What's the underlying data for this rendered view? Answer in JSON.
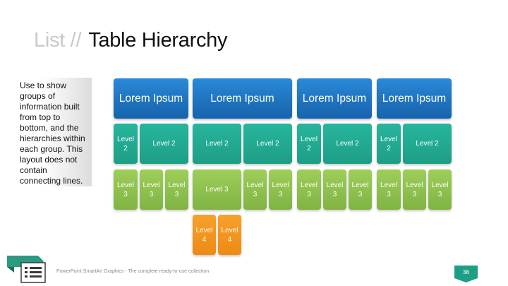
{
  "title": {
    "prefix": "List //",
    "main": "Table Hierarchy"
  },
  "description": "Use to show groups of information built from top to bottom, and the hierarchies within each group. This layout does not contain connecting lines.",
  "groups": [
    {
      "name": "Lorem Ipsum",
      "level2": [
        "Level 2",
        "Level 2"
      ],
      "level3": [
        "Level 3",
        "Level 3",
        "Level 3"
      ]
    },
    {
      "name": "Lorem Ipsum",
      "level2": [
        "Level 2",
        "Level 2"
      ],
      "level3": [
        "Level 3",
        "Level 3",
        "Level 3"
      ],
      "level4": [
        "Level 4",
        "Level 4"
      ]
    },
    {
      "name": "Lorem Ipsum",
      "level2": [
        "Level 2",
        "Level 2"
      ],
      "level3": [
        "Level 3",
        "Level 3",
        "Level 3"
      ]
    },
    {
      "name": "Lorem Ipsum",
      "level2": [
        "Level 2",
        "Level 2"
      ],
      "level3": [
        "Level 3",
        "Level 3",
        "Level 3"
      ]
    }
  ],
  "footer": {
    "text": "PowerPoint SmartArt Graphics - The complete ready-to-use collection",
    "page_number": "38"
  },
  "colors": {
    "level1": "#1f73bf",
    "level2": "#1e9e86",
    "level3": "#8cc04c",
    "level4": "#f0901a",
    "accent": "#1e9e86"
  },
  "icons": {
    "footer_icon": "document-list-icon"
  }
}
